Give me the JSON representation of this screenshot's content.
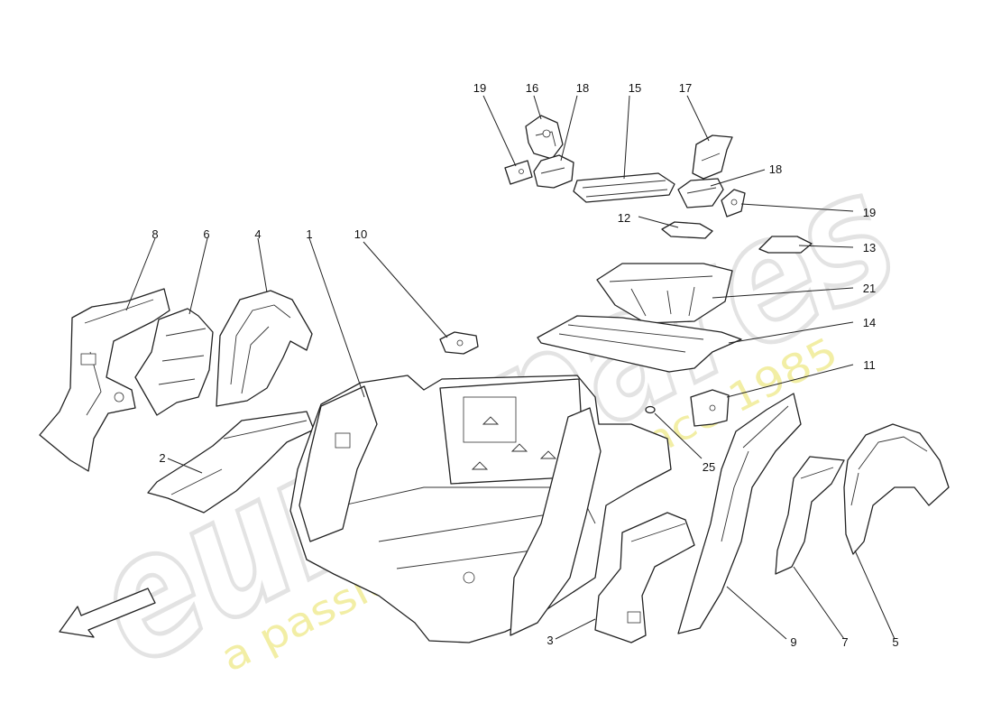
{
  "watermark": {
    "brand": "eurospares",
    "tagline": "a passion for parts since 1985",
    "brand_color": "#e6e6e6",
    "tagline_color": "#f2ef9a"
  },
  "callouts": [
    {
      "label": "19"
    },
    {
      "label": "16"
    },
    {
      "label": "18"
    },
    {
      "label": "15"
    },
    {
      "label": "17"
    },
    {
      "label": "18"
    },
    {
      "label": "19"
    },
    {
      "label": "12"
    },
    {
      "label": "13"
    },
    {
      "label": "8"
    },
    {
      "label": "6"
    },
    {
      "label": "4"
    },
    {
      "label": "1"
    },
    {
      "label": "10"
    },
    {
      "label": "21"
    },
    {
      "label": "14"
    },
    {
      "label": "11"
    },
    {
      "label": "25"
    },
    {
      "label": "2"
    },
    {
      "label": "3"
    },
    {
      "label": "9"
    },
    {
      "label": "7"
    },
    {
      "label": "5"
    }
  ],
  "icons": {
    "direction_arrow": "front-direction-arrow-icon"
  }
}
